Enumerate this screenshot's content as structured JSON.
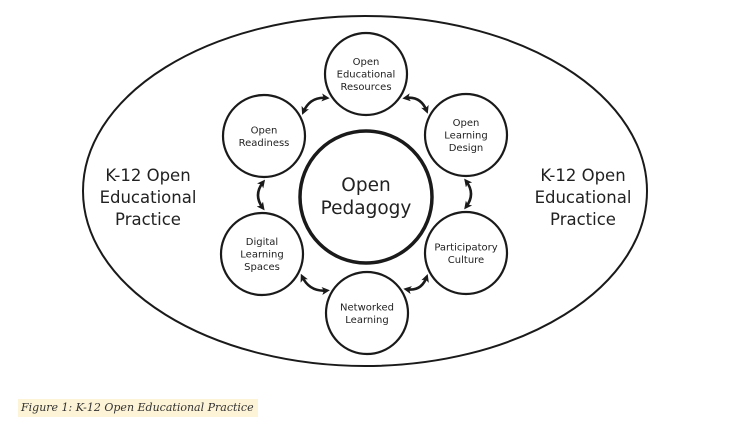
{
  "diagram": {
    "center": [
      "Open",
      "Pedagogy"
    ],
    "side_left": [
      "K-12 Open",
      "Educational",
      "Practice"
    ],
    "side_right": [
      "K-12 Open",
      "Educational",
      "Practice"
    ],
    "nodes": [
      {
        "id": "open-educational-resources",
        "lines": [
          "Open",
          "Educational",
          "Resources"
        ]
      },
      {
        "id": "open-learning-design",
        "lines": [
          "Open",
          "Learning",
          "Design"
        ]
      },
      {
        "id": "participatory-culture",
        "lines": [
          "Participatory",
          "Culture"
        ]
      },
      {
        "id": "networked-learning",
        "lines": [
          "Networked",
          "Learning"
        ]
      },
      {
        "id": "digital-learning-spaces",
        "lines": [
          "Digital",
          "Learning",
          "Spaces"
        ]
      },
      {
        "id": "open-readiness",
        "lines": [
          "Open",
          "Readiness"
        ]
      }
    ],
    "stroke_color": "#1a1a1a"
  },
  "caption": "Figure 1: K-12 Open Educational Practice",
  "caption_background": "#fdf3d6"
}
